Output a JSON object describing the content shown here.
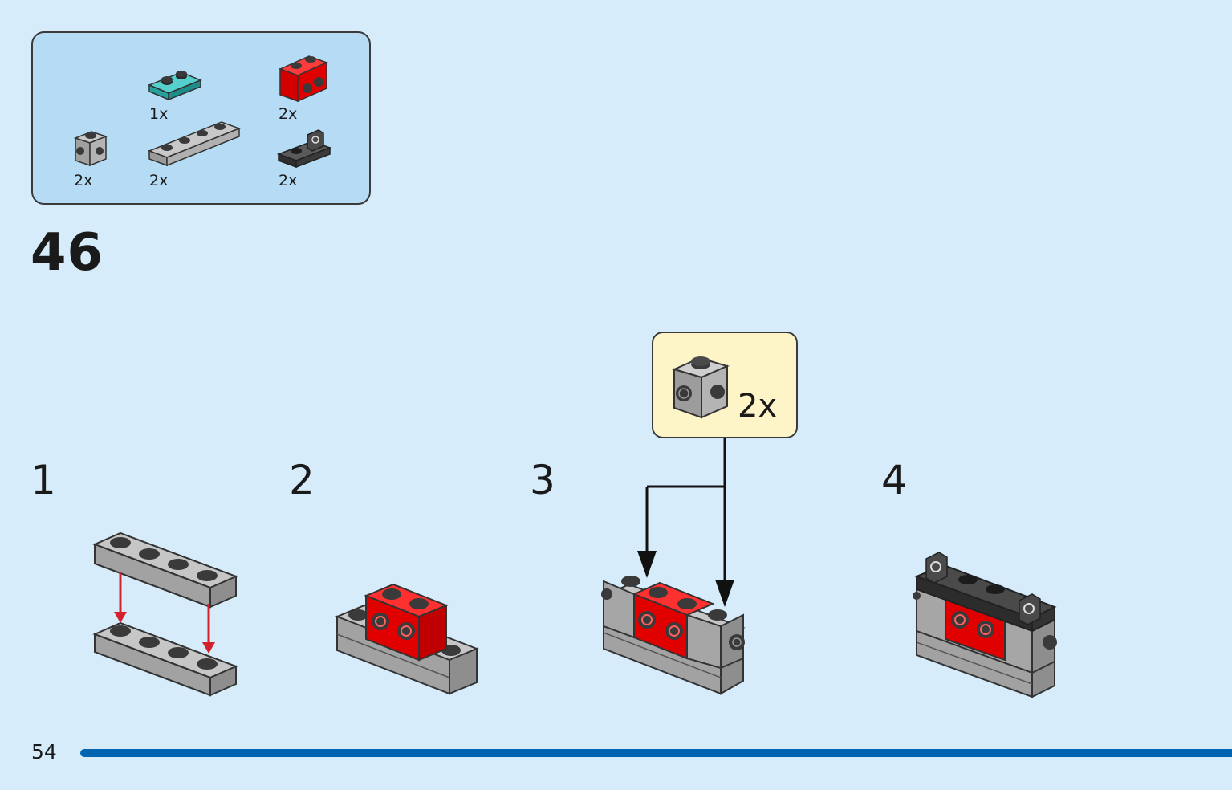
{
  "parts_list": {
    "items": [
      {
        "qty": "1x",
        "name": "teal-plate-1x2-icon",
        "color": "#2fb3b0"
      },
      {
        "qty": "2x",
        "name": "red-brick-studs-side-icon",
        "color": "#e00000"
      },
      {
        "qty": "2x",
        "name": "gray-brick-1x1-studs-side-icon",
        "color": "#a5a5a5"
      },
      {
        "qty": "2x",
        "name": "gray-plate-1x4-icon",
        "color": "#a5a5a5"
      },
      {
        "qty": "2x",
        "name": "black-plate-with-clip-icon",
        "color": "#333333"
      }
    ]
  },
  "step_number": "46",
  "callout": {
    "qty": "2x",
    "icon": "gray-brick-1x1-studs-side-icon",
    "color": "#fdf4c8"
  },
  "substeps": [
    {
      "number": "1"
    },
    {
      "number": "2"
    },
    {
      "number": "3"
    },
    {
      "number": "4"
    }
  ],
  "footer": {
    "page_number": "54",
    "bar_color": "#0064b0"
  }
}
